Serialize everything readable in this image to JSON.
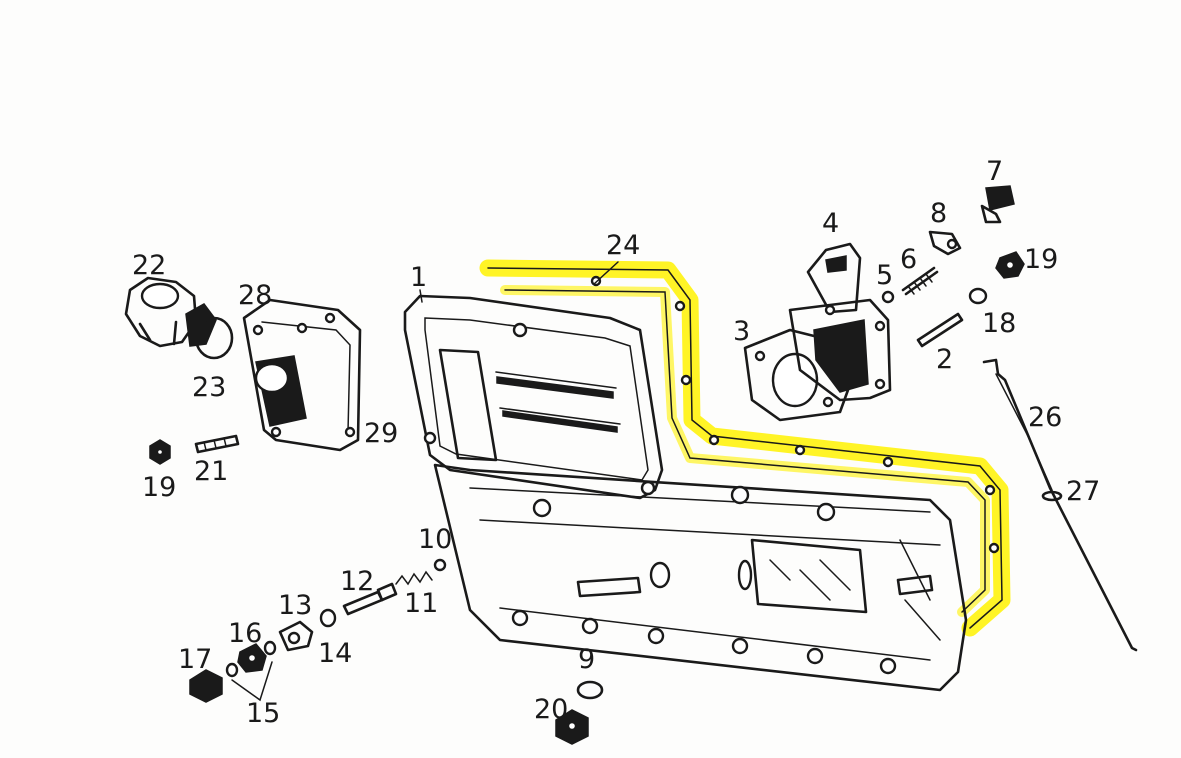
{
  "diagram": {
    "highlight_color": "#fff200",
    "ink_color": "#1a1a1a",
    "callouts": [
      {
        "id": "c1",
        "text": "1"
      },
      {
        "id": "c2",
        "text": "2"
      },
      {
        "id": "c3",
        "text": "3"
      },
      {
        "id": "c4",
        "text": "4"
      },
      {
        "id": "c5",
        "text": "5"
      },
      {
        "id": "c6",
        "text": "6"
      },
      {
        "id": "c7",
        "text": "7"
      },
      {
        "id": "c8",
        "text": "8"
      },
      {
        "id": "c9",
        "text": "9"
      },
      {
        "id": "c10",
        "text": "10"
      },
      {
        "id": "c11",
        "text": "11"
      },
      {
        "id": "c12",
        "text": "12"
      },
      {
        "id": "c13",
        "text": "13"
      },
      {
        "id": "c14",
        "text": "14"
      },
      {
        "id": "c15",
        "text": "15"
      },
      {
        "id": "c16",
        "text": "16"
      },
      {
        "id": "c17",
        "text": "17"
      },
      {
        "id": "c18",
        "text": "18"
      },
      {
        "id": "c19a",
        "text": "19"
      },
      {
        "id": "c19b",
        "text": "19"
      },
      {
        "id": "c20",
        "text": "20"
      },
      {
        "id": "c21",
        "text": "21"
      },
      {
        "id": "c22",
        "text": "22"
      },
      {
        "id": "c23",
        "text": "23"
      },
      {
        "id": "c24",
        "text": "24"
      },
      {
        "id": "c26",
        "text": "26"
      },
      {
        "id": "c27",
        "text": "27"
      },
      {
        "id": "c28",
        "text": "28"
      },
      {
        "id": "c29",
        "text": "29"
      }
    ]
  }
}
